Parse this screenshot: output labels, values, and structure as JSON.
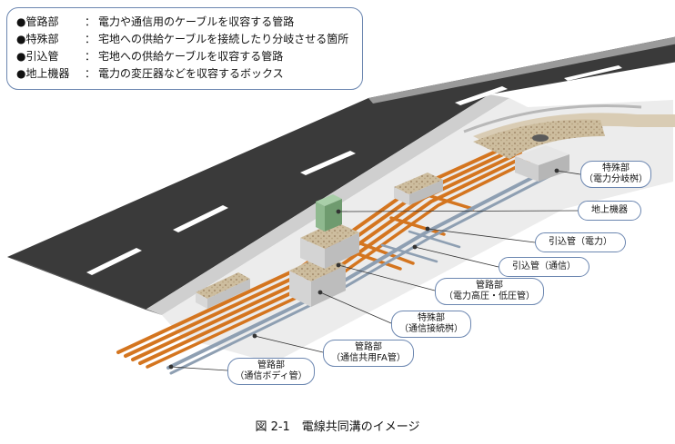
{
  "legend": [
    {
      "term": "●管路部",
      "colon": "：",
      "desc": "電力や通信用のケーブルを収容する管路"
    },
    {
      "term": "●特殊部",
      "colon": "：",
      "desc": "宅地への供給ケーブルを接続したり分岐させる箇所"
    },
    {
      "term": "●引込管",
      "colon": "：",
      "desc": "宅地への供給ケーブルを収容する管路"
    },
    {
      "term": "●地上機器",
      "colon": "：",
      "desc": "電力の変圧器などを収容するボックス"
    }
  ],
  "callouts": {
    "special_power": {
      "line1": "特殊部",
      "line2": "（電力分岐桝）"
    },
    "ground_equipment": {
      "line1": "地上機器"
    },
    "service_power": {
      "line1": "引込管（電力）"
    },
    "service_comm": {
      "line1": "引込管（通信）"
    },
    "conduit_power": {
      "line1": "管路部",
      "line2": "（電力高圧・低圧管）"
    },
    "special_comm": {
      "line1": "特殊部",
      "line2": "（通信接続桝）"
    },
    "conduit_fa": {
      "line1": "管路部",
      "line2": "（通信共用FA管）"
    },
    "conduit_body": {
      "line1": "管路部",
      "line2": "（通信ボディ管）"
    }
  },
  "caption": "図 2-1　電線共同溝のイメージ",
  "colors": {
    "road": "#3b3b3b",
    "sidewalk": "#e4e4e4",
    "power_pipe": "#d4751f",
    "comm_pipe": "#8e9fb2",
    "paving": "#c8b89a",
    "equipment": "#8fb98f",
    "callout_border": "#6b86b0"
  }
}
